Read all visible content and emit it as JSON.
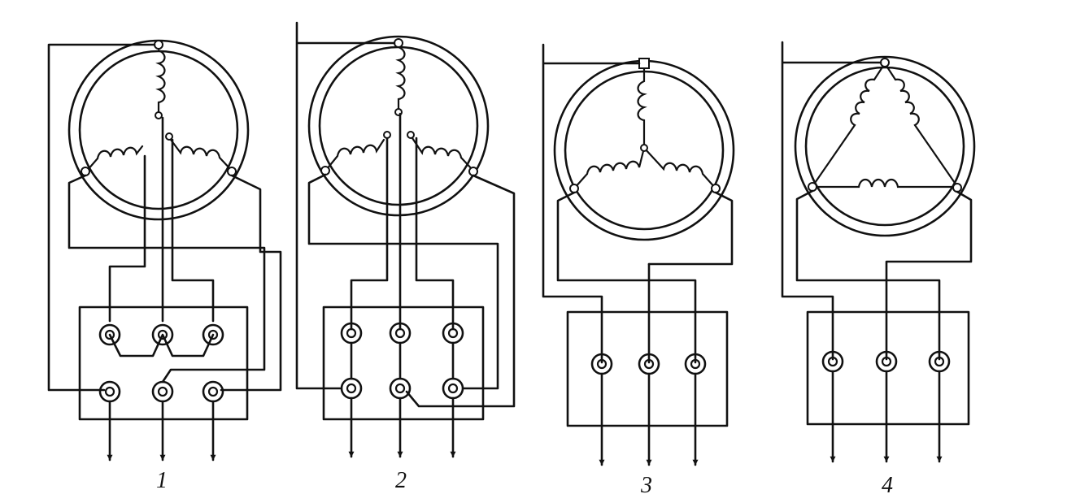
{
  "diagrams": [
    {
      "label": "1"
    },
    {
      "label": "2"
    },
    {
      "label": "3"
    },
    {
      "label": "4"
    }
  ],
  "colors": {
    "line": "#111111",
    "background": "#ffffff"
  }
}
